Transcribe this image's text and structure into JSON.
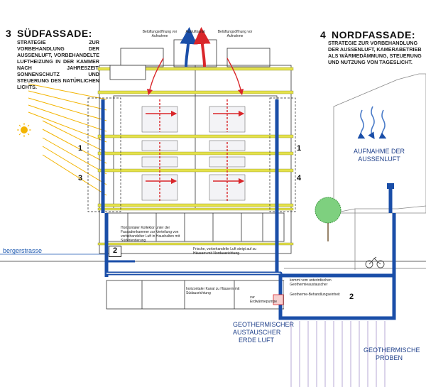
{
  "south": {
    "number": "3",
    "title": "SÜDFASSADE:",
    "description": "STRATEGIE ZUR VORBEHANDLUNG DER AUßENLUFT, VORBEHANDELTE LUFTHEIZUNG IN DER KAMMER NACH JAHRESZEIT, SONNENSCHUTZ UND STEUERUNG DES NATÜRLICHEN LICHTS."
  },
  "north": {
    "number": "4",
    "title": "NORDFASSADE:",
    "description": "STRATEGIE ZUR VORBEHANDLUNG DER AUßENLUFT, KAMERABETRIEB ALS WÄRMEDÄMMUNG, STEUERUNG UND NUTZUNG VON TAGESLICHT."
  },
  "labels": {
    "aufnahme": "AUFNAHME DER AUSSENLUFT",
    "geo_exchanger": "GEOTHERMISCHER AUSTAUSCHER ERDE LUFT",
    "geo_probes": "GEOTHERMISCHE PROBEN",
    "street": "bergerstrasse"
  },
  "markers": {
    "left_1": "1",
    "left_3": "3",
    "right_1": "1",
    "right_4": "4",
    "box_left": "2",
    "box_right": "2"
  },
  "notes": {
    "roof_left": "Belüftungsöffnung vor Aufnahme",
    "roof_center": "Ausluftkanal",
    "roof_right": "Belüftungsöffnung vor Aufnahme",
    "horizontal_collector": "Horizontaler Kollektor unter der Fassadenkammer zur Verteilung von vorbehandelter Luft in Haushalten mit Südorientierung",
    "fresh_air_north": "Frische, vorbehandelte Luft steigt auf zu Häusern mit Nordausrichtung",
    "horizontal_channel": "horizontaler Kanal zu Häusern mit Südausrichtung",
    "underground_exchanger": "kommt vom unterirdischen Geothermieaustauscher",
    "geo_unit": "Geotherme-Behandlungseinheit",
    "heat_pump": "zur Erdwärmepumpe"
  },
  "colors": {
    "cold_air": "#1a4ea8",
    "warm_air": "#d9262a",
    "structure": "#e5e24a",
    "sun": "#f3b400",
    "vegetation": "#58b85a",
    "probes": "#b7a9d4"
  }
}
